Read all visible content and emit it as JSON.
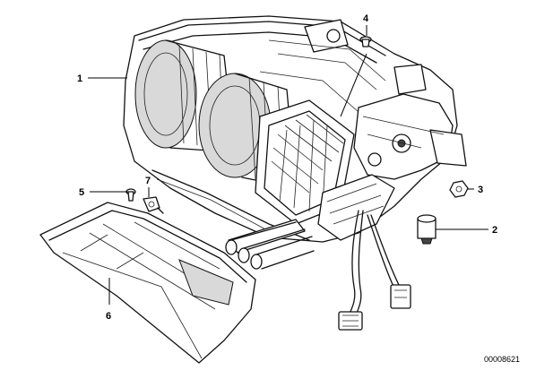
{
  "callouts": [
    {
      "id": "1",
      "label": "1"
    },
    {
      "id": "2",
      "label": "2"
    },
    {
      "id": "3",
      "label": "3"
    },
    {
      "id": "4",
      "label": "4"
    },
    {
      "id": "5",
      "label": "5"
    },
    {
      "id": "6",
      "label": "6"
    },
    {
      "id": "7",
      "label": "7"
    }
  ],
  "document_id": "00008621"
}
